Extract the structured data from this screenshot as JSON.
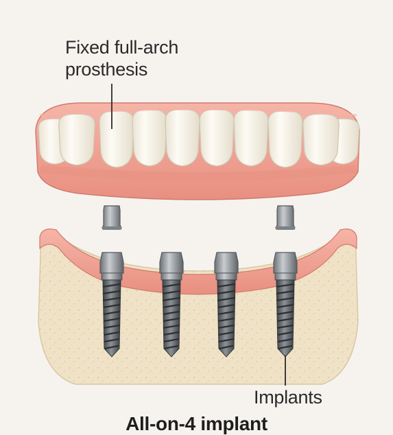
{
  "labels": {
    "prosthesis_line1": "Fixed full-arch",
    "prosthesis_line2": "prosthesis",
    "implants": "Implants"
  },
  "caption": "All-on-4 implant",
  "colors": {
    "background": "#f6f3ef",
    "gum": "#f0a89b",
    "gum_dark": "#d9786c",
    "tooth": "#fbf8f0",
    "tooth_shadow": "#ddd6c4",
    "bone": "#efe2c6",
    "metal": "#9ea2a6",
    "metal_dark": "#5a5f64"
  },
  "icons": [
    "upper-prosthesis",
    "abutment-icon",
    "implant-icon",
    "lower-jaw"
  ],
  "implant_count": 4,
  "abutment_count": 2
}
